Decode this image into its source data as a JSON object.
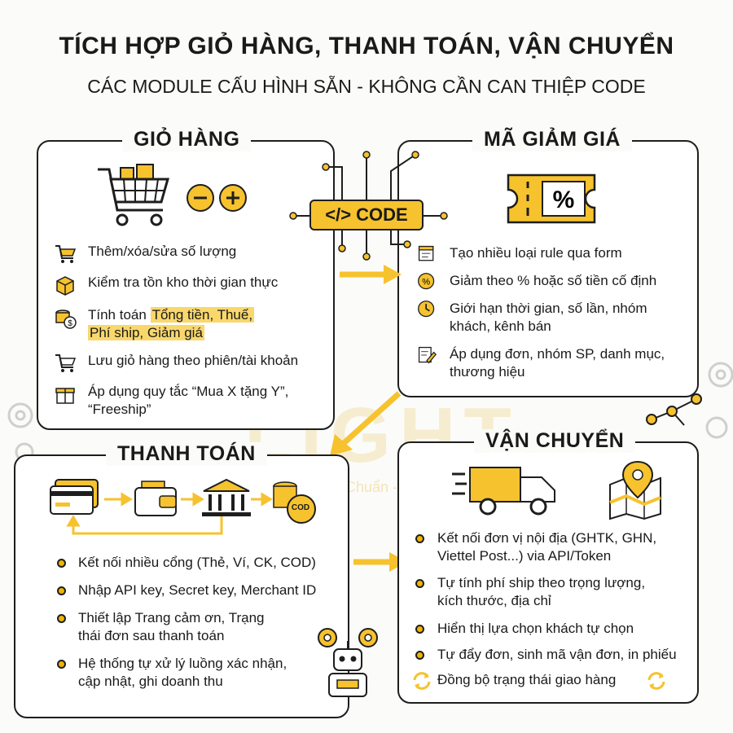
{
  "header": {
    "title": "TÍCH HỢP GIỎ HÀNG, THANH TOÁN, VẬN CHUYỂN",
    "subtitle": "CÁC MODULE CẤU HÌNH SẴN - KHÔNG CẦN CAN THIỆP CODE"
  },
  "center": {
    "code_label": "</> CODE",
    "watermark": "LIGHT",
    "watermark_tagline": "Nh... - Chuẩn - ..."
  },
  "colors": {
    "accent": "#f6c22e",
    "outline": "#1e1e1e",
    "highlight": "#f9d76b"
  },
  "cart": {
    "title": "GIỎ HÀNG",
    "items": [
      {
        "icon": "cart-icon",
        "text": "Thêm/xóa/sửa số lượng"
      },
      {
        "icon": "box-icon",
        "text": "Kiểm tra tồn kho thời gian thực"
      },
      {
        "icon": "coins-icon",
        "text_pre": "Tính toán ",
        "highlight_1": "Tổng tiền, Thuế,",
        "highlight_2": "Phí ship, Giảm giá"
      },
      {
        "icon": "cart-icon",
        "text": "Lưu giỏ hàng theo phiên/tài khoản"
      },
      {
        "icon": "gift-icon",
        "text": "Áp dụng quy tắc “Mua X tặng Y”, “Freeship”"
      }
    ]
  },
  "discount": {
    "title": "MÃ GIẢM GIÁ",
    "items": [
      {
        "icon": "form-icon",
        "text": "Tạo nhiều loại rule qua form"
      },
      {
        "icon": "percent-icon",
        "text": "Giảm theo % hoặc số tiền cố định"
      },
      {
        "icon": "clock-icon",
        "text": "Giới hạn thời gian, số lần, nhóm khách, kênh bán"
      },
      {
        "icon": "edit-icon",
        "text": "Áp dụng đơn, nhóm SP, danh mục, thương hiệu"
      }
    ]
  },
  "payment": {
    "title": "THANH TOÁN",
    "coin_label": "COD",
    "items": [
      {
        "text": "Kết nối nhiều cổng (Thẻ, Ví, CK, COD)"
      },
      {
        "text": "Nhập API key, Secret key, Merchant ID"
      },
      {
        "text": "Thiết lập Trang cảm ơn, Trạng thái đơn sau thanh toán"
      },
      {
        "text": "Hệ thống tự xử lý luồng xác nhận, cập nhật, ghi doanh thu"
      }
    ]
  },
  "shipping": {
    "title": "VẬN CHUYỂN",
    "items": [
      {
        "text": "Kết nối đơn vị nội địa (GHTK, GHN, Viettel Post...) via API/Token"
      },
      {
        "text": "Tự tính phí ship theo trọng lượng, kích thước, địa chỉ"
      },
      {
        "text": "Hiển thị lựa chọn khách tự chọn"
      },
      {
        "text": "Tự đẩy đơn, sinh mã vận đơn, in phiếu"
      }
    ],
    "sync_text": "Đồng bộ trạng thái giao hàng"
  }
}
